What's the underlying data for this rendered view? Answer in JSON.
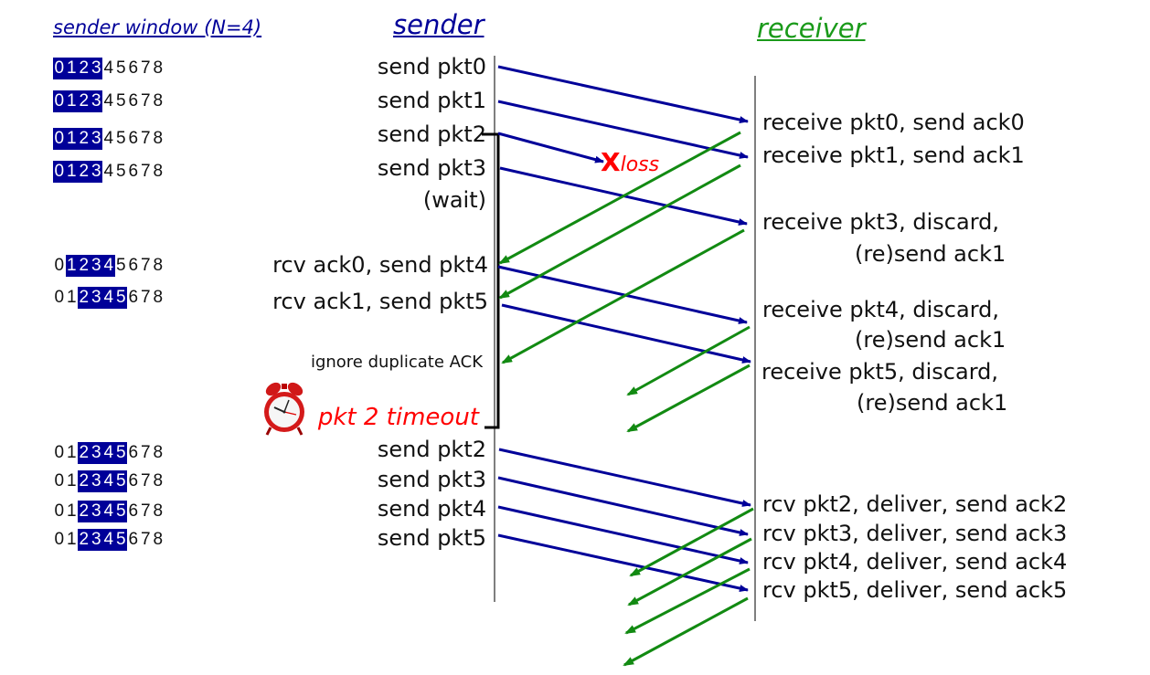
{
  "headers": {
    "window": "sender window (N=4)",
    "sender": "sender",
    "receiver": "receiver"
  },
  "colors": {
    "send_arrow": "#000099",
    "ack_arrow": "#128a12",
    "window_highlight": "#000099",
    "alert": "#ff0000"
  },
  "sender_windows": [
    {
      "seq": "0 1 2 3 4 5 6 7 8",
      "highlight_from": 0,
      "highlight_to": 3
    },
    {
      "seq": "0 1 2 3 4 5 6 7 8",
      "highlight_from": 0,
      "highlight_to": 3
    },
    {
      "seq": "0 1 2 3 4 5 6 7 8",
      "highlight_from": 0,
      "highlight_to": 3
    },
    {
      "seq": "0 1 2 3 4 5 6 7 8",
      "highlight_from": 0,
      "highlight_to": 3
    },
    {
      "seq": "0 1 2 3 4 5 6 7 8",
      "highlight_from": 1,
      "highlight_to": 4
    },
    {
      "seq": "0 1 2 3 4 5 6 7 8",
      "highlight_from": 2,
      "highlight_to": 5
    },
    {
      "seq": "0 1 2 3 4 5 6 7 8",
      "highlight_from": 2,
      "highlight_to": 5
    },
    {
      "seq": "0 1 2 3 4 5 6 7 8",
      "highlight_from": 2,
      "highlight_to": 5
    },
    {
      "seq": "0 1 2 3 4 5 6 7 8",
      "highlight_from": 2,
      "highlight_to": 5
    },
    {
      "seq": "0 1 2 3 4 5 6 7 8",
      "highlight_from": 2,
      "highlight_to": 5
    }
  ],
  "sender_events": [
    "send  pkt0",
    "send  pkt1",
    "send  pkt2",
    "send  pkt3",
    "(wait)",
    "rcv ack0, send pkt4",
    "rcv ack1, send pkt5",
    "ignore duplicate ACK",
    "pkt 2 timeout",
    "send  pkt2",
    "send  pkt3",
    "send  pkt4",
    "send  pkt5"
  ],
  "loss": {
    "mark": "X",
    "label": "loss"
  },
  "receiver_events": [
    "receive pkt0, send ack0",
    "receive pkt1, send ack1",
    "receive pkt3, discard,",
    "(re)send ack1",
    "receive pkt4, discard,",
    "(re)send ack1",
    "receive pkt5, discard,",
    "(re)send ack1",
    "rcv pkt2, deliver, send ack2",
    "rcv pkt3, deliver, send ack3",
    "rcv pkt4, deliver, send ack4",
    "rcv pkt5, deliver, send ack5"
  ],
  "icons": {
    "timer": "alarm-clock-icon"
  }
}
